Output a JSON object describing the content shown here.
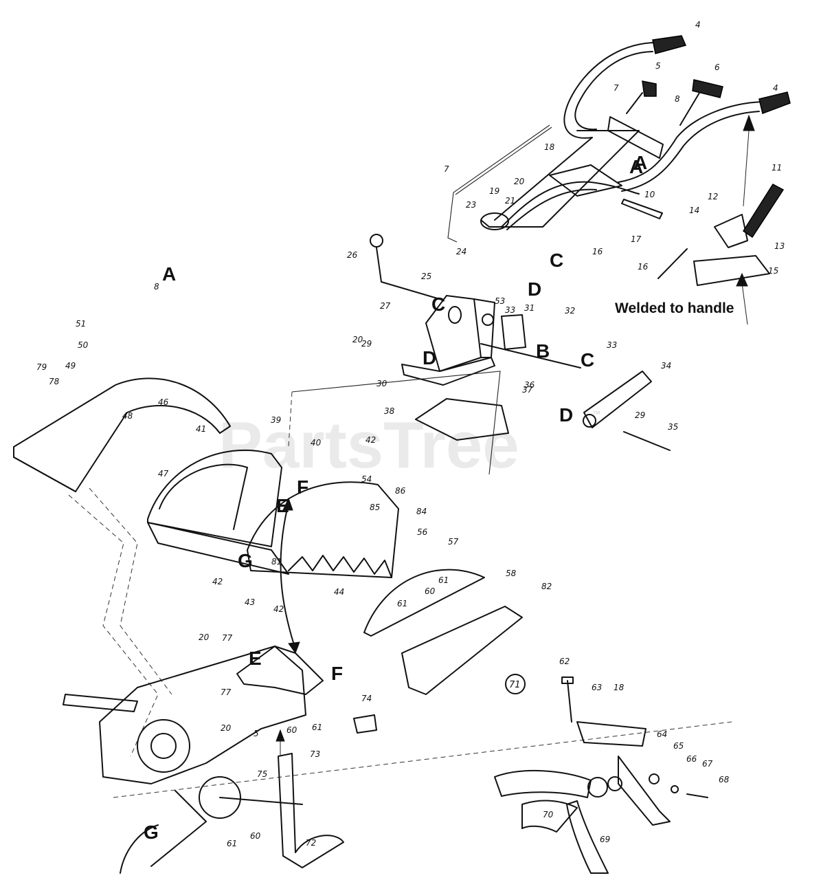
{
  "watermark": {
    "text": "PartsTree",
    "trademark": "™"
  },
  "note": "Welded to handle",
  "circled_label": "71",
  "letters": [
    "A",
    "A",
    "B",
    "C",
    "C",
    "C",
    "D",
    "D",
    "D",
    "E",
    "E",
    "F",
    "F",
    "G",
    "G"
  ],
  "numbers": [
    "4",
    "5",
    "6",
    "4",
    "7",
    "8",
    "7",
    "18",
    "20",
    "19",
    "21",
    "A",
    "10",
    "11",
    "12",
    "14",
    "13",
    "23",
    "16",
    "17",
    "15",
    "16",
    "24",
    "25",
    "53",
    "26",
    "33",
    "31",
    "32",
    "27",
    "20",
    "29",
    "30",
    "36",
    "33",
    "34",
    "37",
    "38",
    "35",
    "29",
    "8",
    "51",
    "50",
    "79",
    "78",
    "49",
    "48",
    "46",
    "47",
    "39",
    "41",
    "40",
    "42",
    "54",
    "86",
    "85",
    "84",
    "56",
    "57",
    "42",
    "81",
    "42",
    "43",
    "44",
    "61",
    "60",
    "58",
    "82",
    "61",
    "62",
    "63",
    "18",
    "64",
    "65",
    "66",
    "67",
    "68",
    "70",
    "69",
    "20",
    "77",
    "77",
    "20",
    "5",
    "60",
    "61",
    "74",
    "73",
    "75",
    "72",
    "61",
    "60"
  ]
}
